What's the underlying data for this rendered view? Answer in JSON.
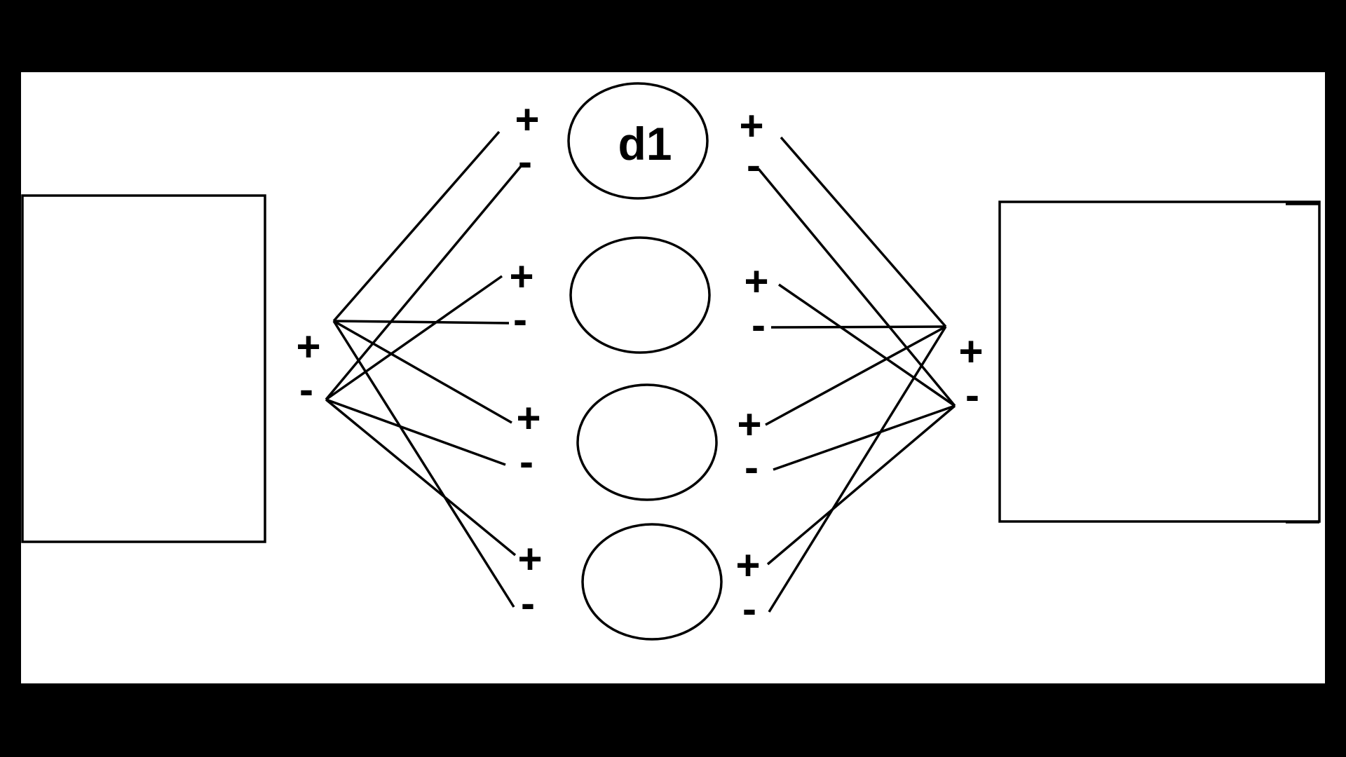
{
  "diagram": {
    "colors": {
      "background": "#000000",
      "panel": "#ffffff",
      "ink": "#000000"
    },
    "left_block": {
      "label": "",
      "terminals": [
        "+",
        "-"
      ]
    },
    "right_block": {
      "label": "",
      "terminals": [
        "+",
        "-"
      ]
    },
    "nodes": [
      {
        "id": "d1",
        "label": "d1",
        "terminals_left": [
          "+",
          "-"
        ],
        "terminals_right": [
          "+",
          "-"
        ]
      },
      {
        "id": "node-2",
        "label": "",
        "terminals_left": [
          "+",
          "-"
        ],
        "terminals_right": [
          "+",
          "-"
        ]
      },
      {
        "id": "node-3",
        "label": "",
        "terminals_left": [
          "+",
          "-"
        ],
        "terminals_right": [
          "+",
          "-"
        ]
      },
      {
        "id": "node-4",
        "label": "",
        "terminals_left": [
          "+",
          "-"
        ],
        "terminals_right": [
          "+",
          "-"
        ]
      }
    ]
  }
}
